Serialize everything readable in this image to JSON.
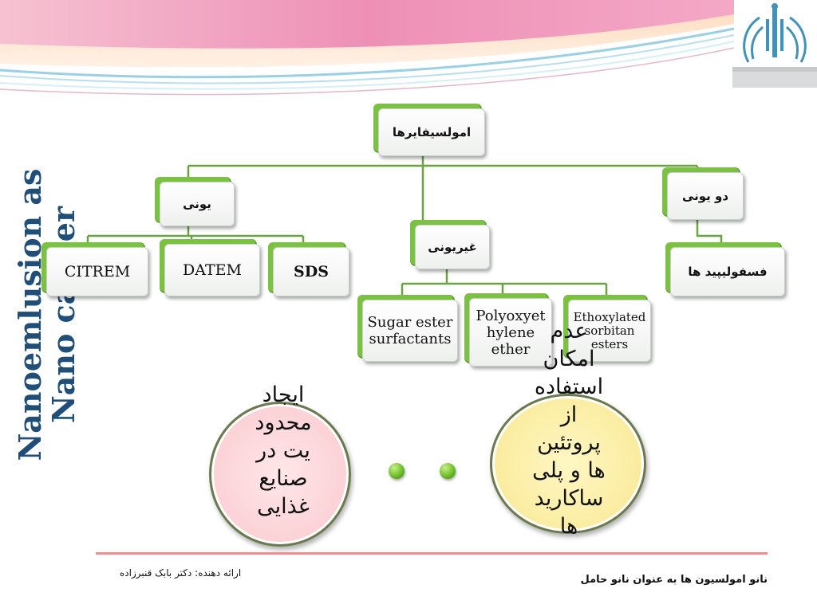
{
  "side_title": {
    "line1": "Nanoemlusion as",
    "line2": "Nano carrier"
  },
  "diagram": {
    "root": "امولسیفایرها",
    "ionic": "یونی",
    "nonionic": "غیریونی",
    "zwitterionic": "دو یونی",
    "ionic_children": [
      "CITREM",
      "DATEM",
      "SDS"
    ],
    "zwitterionic_children": [
      "فسفولیپید ها"
    ],
    "nonionic_children": {
      "sugar": [
        "Sugar ester",
        "surfactants"
      ],
      "polyoxyethylene": [
        "Polyoxyet",
        "hylene",
        "ether"
      ],
      "ethoxylated": [
        "Ethoxylated",
        "sorbitan",
        "esters"
      ]
    }
  },
  "circles": {
    "left_lines": [
      "ایجاد",
      "محدود",
      "یت در",
      "صنایع",
      "غذایی"
    ],
    "right_lines": [
      "عدم",
      "امکان",
      "استفاده",
      "از",
      "پروتئین",
      "ها و پلی",
      "ساکارید",
      "ها"
    ]
  },
  "footer": {
    "presenter": "ارائه دهنده: دکتر بابک قنبرزاده",
    "slide_title": "نانو امولسیون ها به عنوان نانو حامل"
  },
  "colors": {
    "title_blue": "#1f4e79",
    "node_green": "#7cc242",
    "connector_green": "#6aa341",
    "rule_red": "#f08c8c"
  }
}
